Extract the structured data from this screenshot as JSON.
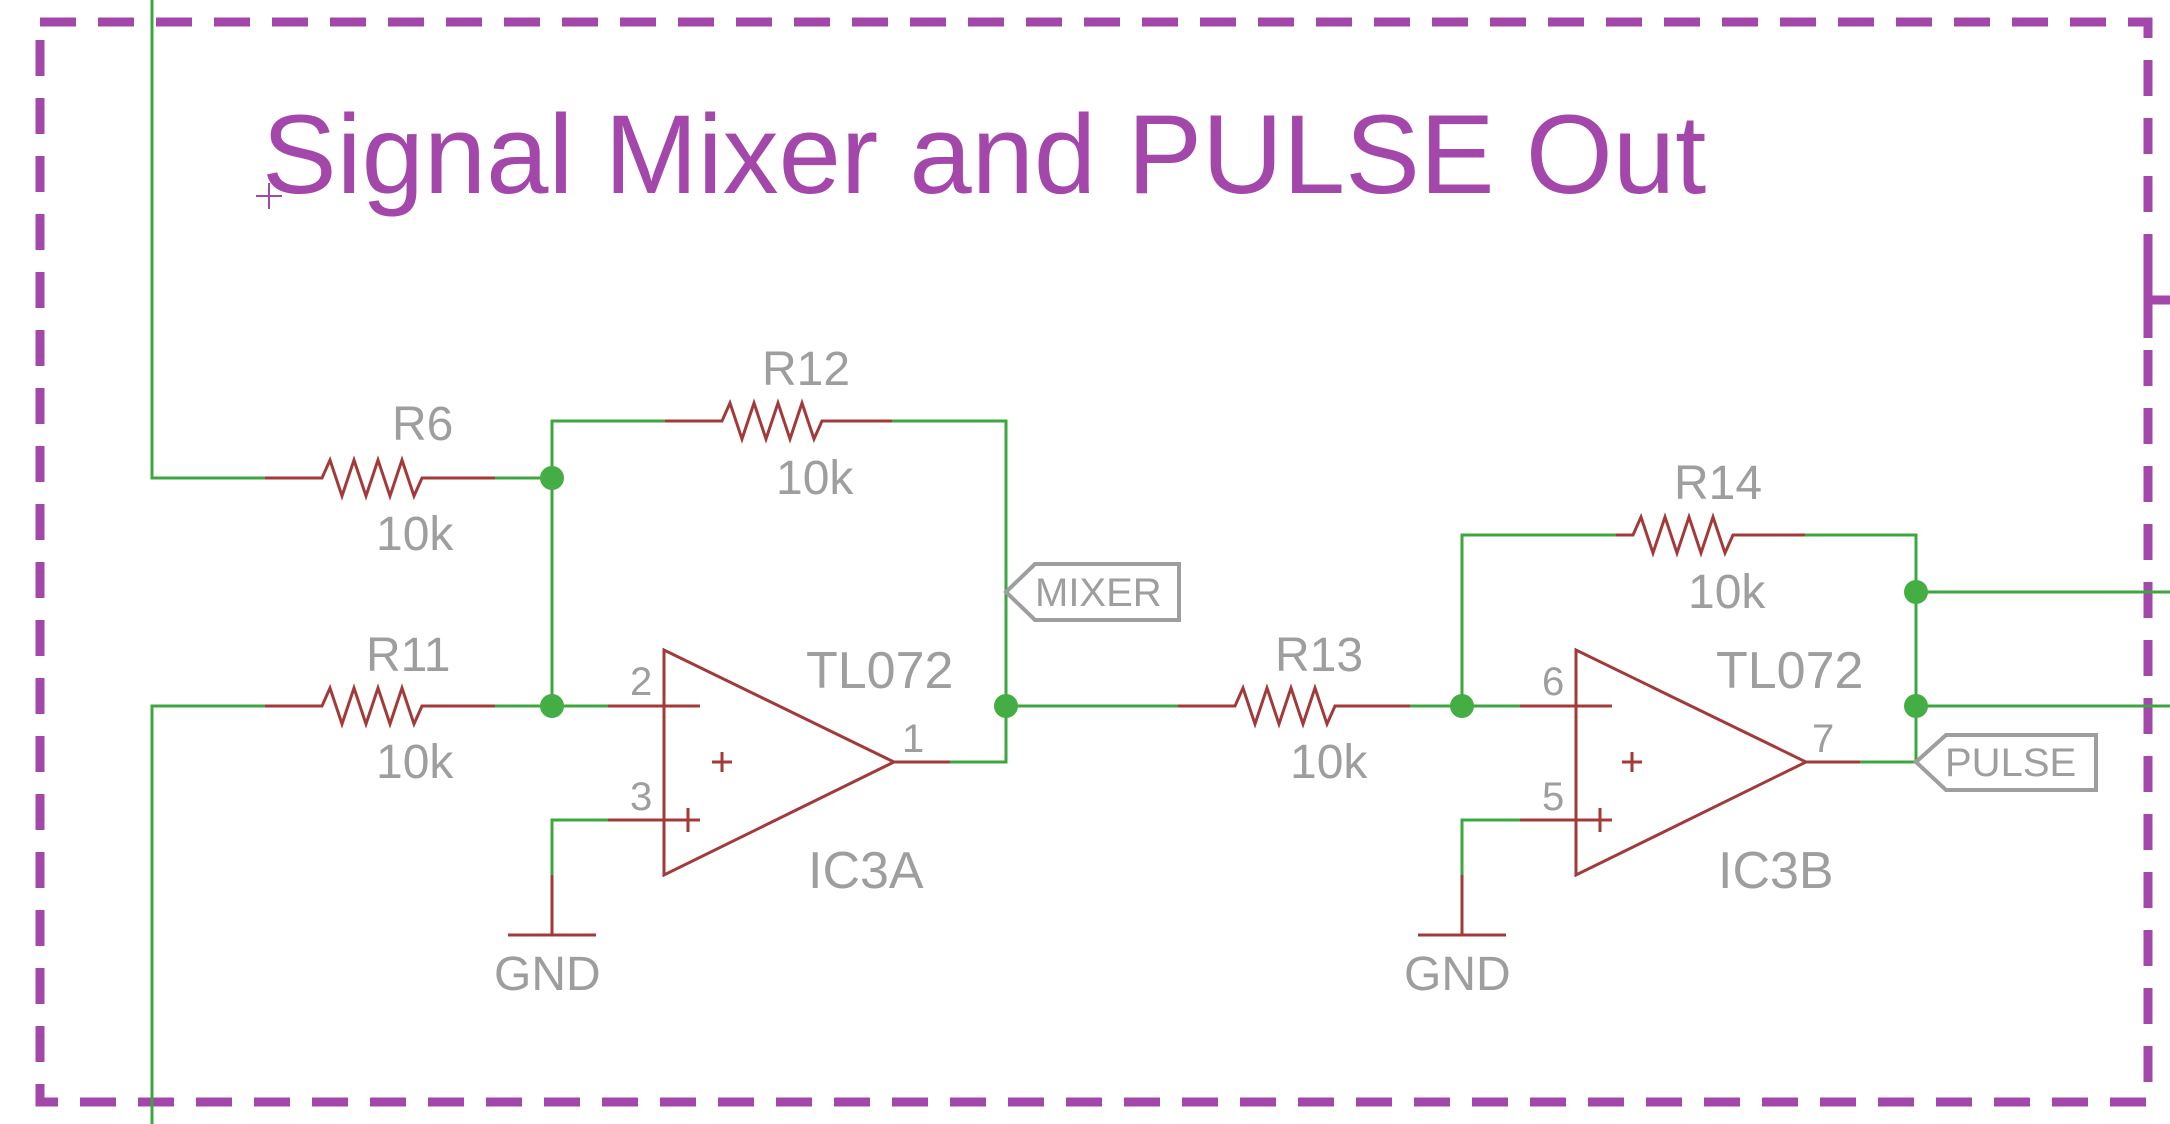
{
  "title": "Signal Mixer and PULSE Out",
  "colors": {
    "wire": "#3ea63e",
    "component": "#a33a3a",
    "label": "#9e9e9e",
    "frame": "#a347aa"
  },
  "resistors": {
    "r6": {
      "name": "R6",
      "value": "10k"
    },
    "r11": {
      "name": "R11",
      "value": "10k"
    },
    "r12": {
      "name": "R12",
      "value": "10k"
    },
    "r13": {
      "name": "R13",
      "value": "10k"
    },
    "r14": {
      "name": "R14",
      "value": "10k"
    }
  },
  "opamps": {
    "ic3a": {
      "name": "IC3A",
      "value": "TL072",
      "pin_inv": "2",
      "pin_noninv": "3",
      "pin_out": "1"
    },
    "ic3b": {
      "name": "IC3B",
      "value": "TL072",
      "pin_inv": "6",
      "pin_noninv": "5",
      "pin_out": "7"
    }
  },
  "grounds": {
    "gnd1": {
      "label": "GND"
    },
    "gnd2": {
      "label": "GND"
    }
  },
  "net_labels": {
    "mixer": "MIXER",
    "pulse": "PULSE"
  }
}
